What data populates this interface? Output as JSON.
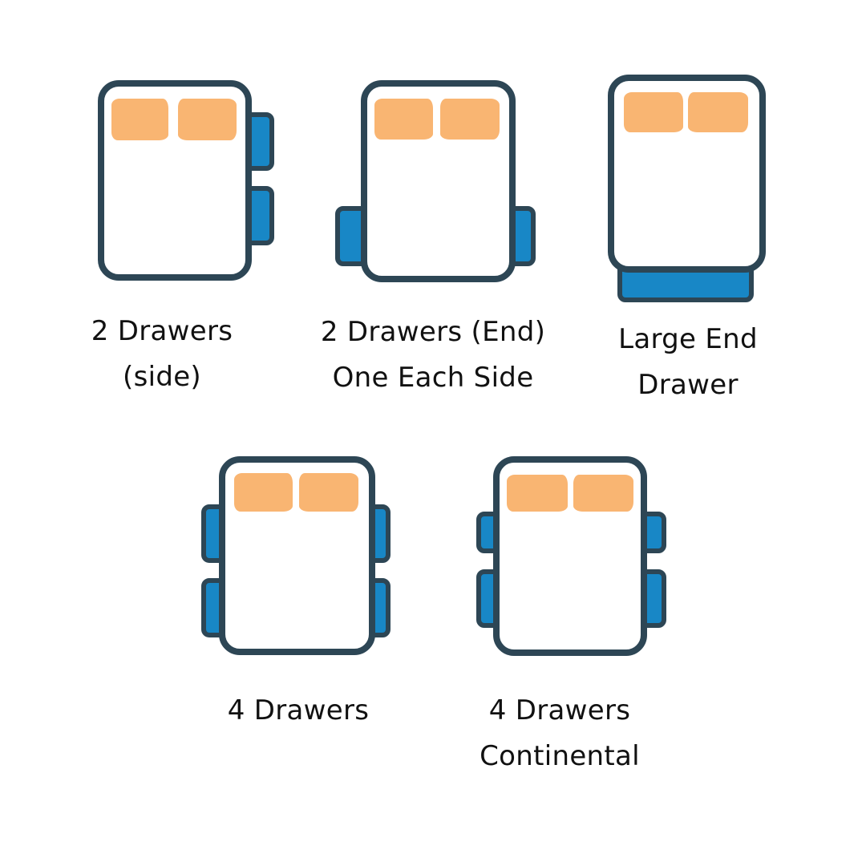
{
  "colors": {
    "background": "#ffffff",
    "outline": "#2d4655",
    "drawer_fill": "#1887c6",
    "pillow_fill": "#f9b572",
    "bed_fill": "#ffffff",
    "label_text": "#111111"
  },
  "figures": [
    {
      "id": "2-drawers-side",
      "icon": "bed-top-view-icon",
      "label_lines": [
        "2 Drawers",
        "(side)"
      ],
      "pillow_count": 2,
      "drawer_count": 2,
      "drawer_placement": "two stacked on right side"
    },
    {
      "id": "2-drawers-end-one-each-side",
      "icon": "bed-top-view-icon",
      "label_lines": [
        "2 Drawers (End)",
        "One Each Side"
      ],
      "pillow_count": 2,
      "drawer_count": 2,
      "drawer_placement": "one on each side near foot end"
    },
    {
      "id": "large-end-drawer",
      "icon": "bed-top-view-icon",
      "label_lines": [
        "Large End",
        "Drawer"
      ],
      "pillow_count": 2,
      "drawer_count": 1,
      "drawer_placement": "single wide drawer across foot end"
    },
    {
      "id": "4-drawers",
      "icon": "bed-top-view-icon",
      "label_lines": [
        "4 Drawers"
      ],
      "pillow_count": 2,
      "drawer_count": 4,
      "drawer_placement": "two equal drawers on each side"
    },
    {
      "id": "4-drawers-continental",
      "icon": "bed-top-view-icon",
      "label_lines": [
        "4 Drawers",
        "Continental"
      ],
      "pillow_count": 2,
      "drawer_count": 4,
      "drawer_placement": "two on each side, upper drawers smaller"
    }
  ]
}
